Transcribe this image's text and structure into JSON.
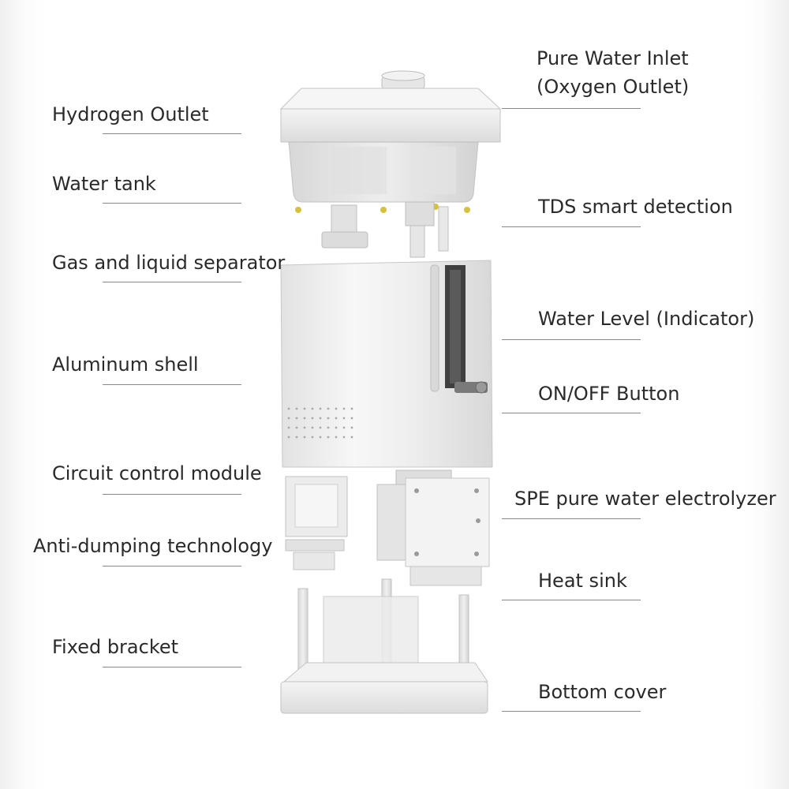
{
  "diagram": {
    "labels_left": [
      {
        "id": "hydrogen-outlet",
        "text": "Hydrogen Outlet"
      },
      {
        "id": "water-tank",
        "text": "Water tank"
      },
      {
        "id": "gas-liquid-separator",
        "text": "Gas and liquid separator"
      },
      {
        "id": "aluminum-shell",
        "text": "Aluminum shell"
      },
      {
        "id": "circuit-control-module",
        "text": "Circuit control module"
      },
      {
        "id": "anti-dumping",
        "text": "Anti-dumping technology"
      },
      {
        "id": "fixed-bracket",
        "text": "Fixed bracket"
      }
    ],
    "labels_right": [
      {
        "id": "pure-water-inlet",
        "line1": "Pure Water Inlet",
        "line2": "(Oxygen Outlet)"
      },
      {
        "id": "tds-detection",
        "text": "TDS smart detection"
      },
      {
        "id": "water-level",
        "text": "Water Level (Indicator)"
      },
      {
        "id": "on-off-button",
        "text": "ON/OFF Button"
      },
      {
        "id": "spe-electrolyzer",
        "text": "SPE pure water electrolyzer"
      },
      {
        "id": "heat-sink",
        "text": "Heat sink"
      },
      {
        "id": "bottom-cover",
        "text": "Bottom cover"
      }
    ]
  }
}
